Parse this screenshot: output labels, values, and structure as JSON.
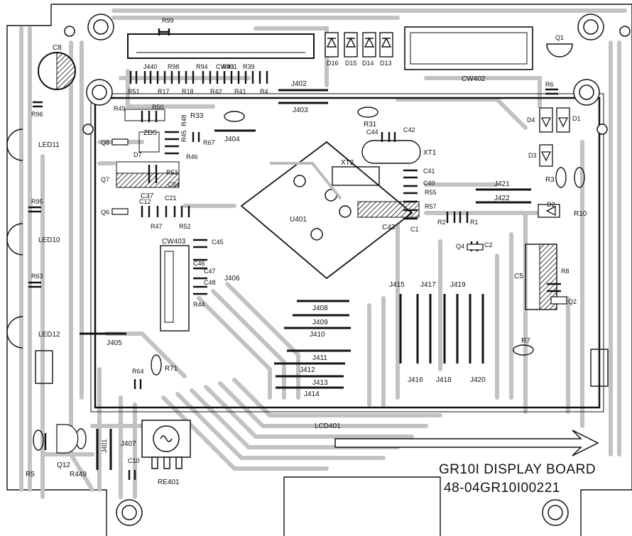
{
  "board": {
    "title": "GR10I DISPLAY BOARD",
    "part_number": "48-04GR10I00221",
    "lcd": "LCD401",
    "ic": "U401"
  },
  "labels": {
    "r99": "R99",
    "c8": "C8",
    "r96": "R96",
    "led11": "LED11",
    "r95": "R95",
    "led10": "LED10",
    "r63": "R63",
    "led12": "LED12",
    "j440": "J440",
    "r98": "R98",
    "r94": "R94",
    "cw401": "CW401",
    "r93": "R93",
    "r39": "R39",
    "r51": "R51",
    "r17": "R17",
    "r18": "R18",
    "r42": "R42",
    "r41": "R41",
    "r4": "R4",
    "j402": "J402",
    "j403": "J403",
    "r49": "R49",
    "r50": "R50",
    "r33": "R33",
    "zd5": "ZD5",
    "r45": "R45",
    "r48": "R48",
    "r67": "R67",
    "j404": "J404",
    "q8": "Q8",
    "d7": "D7",
    "r46": "R46",
    "q7": "Q7",
    "r53": "R53",
    "c34": "C34",
    "c37": "C37",
    "c21": "C21",
    "c12": "C12",
    "q6": "Q6",
    "r47": "R47",
    "r52": "R52",
    "cw403": "CW403",
    "c45": "C45",
    "c46": "C46",
    "c47": "C47",
    "c48": "C48",
    "j406": "J406",
    "r44": "R44",
    "j405": "J405",
    "r64": "R64",
    "r71": "R71",
    "r5": "R5",
    "q12": "Q12",
    "r449": "R449",
    "j401": "J401",
    "j407": "J407",
    "re401": "RE401",
    "c10": "C10",
    "r31": "R31",
    "c44": "C44",
    "c42": "C42",
    "xt1": "XT1",
    "xt2": "XT2",
    "c41": "C41",
    "c40": "C40",
    "r55": "R55",
    "r57": "R57",
    "c43": "C43",
    "c1": "C1",
    "j421": "J421",
    "j422": "J422",
    "r2": "R2",
    "r1": "R1",
    "q4": "Q4",
    "c2": "C2",
    "d16": "D16",
    "d15": "D15",
    "d14": "D14",
    "d13": "D13",
    "cw402": "CW402",
    "q1": "Q1",
    "r6": "R6",
    "d4": "D4",
    "d1": "D1",
    "d3": "D3",
    "r3": "R3",
    "d2": "D2",
    "r10": "R10",
    "c5": "C5",
    "r8": "R8",
    "q2": "Q2",
    "r7": "R7",
    "j408": "J408",
    "j409": "J409",
    "j410": "J410",
    "j411": "J411",
    "j412": "J412",
    "j413": "J413",
    "j414": "J414",
    "j415": "J415",
    "j416": "J416",
    "j417": "J417",
    "j418": "J418",
    "j419": "J419",
    "j420": "J420"
  }
}
